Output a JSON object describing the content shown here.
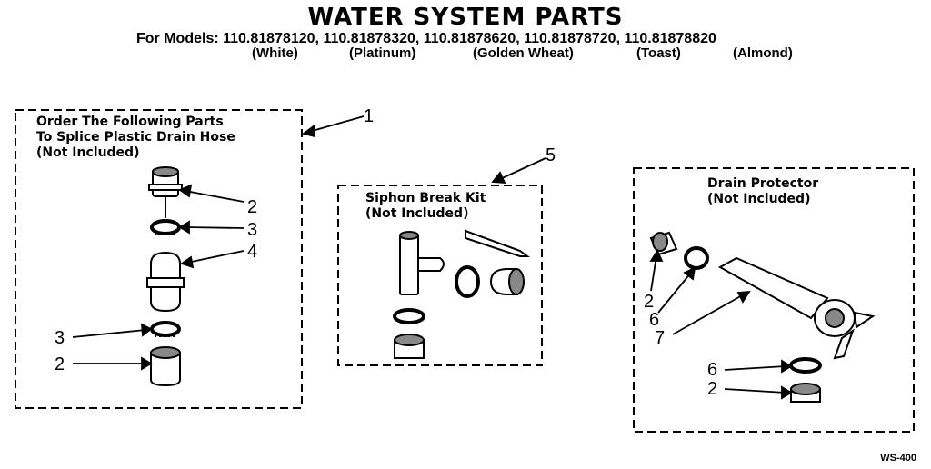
{
  "header": {
    "title": "WATER SYSTEM PARTS",
    "models_line": "For Models: 110.81878120, 110.81878320, 110.81878620, 110.81878720, 110.81878820",
    "colors": [
      "(White)",
      "(Platinum)",
      "(Golden Wheat)",
      "(Toast)",
      "(Almond)"
    ]
  },
  "boxes": {
    "splice": {
      "label_lines": [
        "Order The Following Parts",
        "To Splice Plastic Drain Hose",
        "(Not Included)"
      ],
      "callout": "1"
    },
    "siphon": {
      "label_lines": [
        "Siphon Break Kit",
        "(Not Included)"
      ],
      "callout": "5"
    },
    "drain": {
      "label_lines": [
        "Drain Protector",
        "(Not Included)"
      ]
    }
  },
  "callouts": {
    "splice_top_coupling": "2",
    "splice_top_clamp": "3",
    "splice_connector": "4",
    "splice_bottom_clamp": "3",
    "splice_bottom_coupling": "2",
    "drain_coupling_left": "2",
    "drain_clamp_left": "6",
    "drain_protector_body": "7",
    "drain_clamp_bottom": "6",
    "drain_coupling_bottom": "2"
  },
  "footer": {
    "code": "WS-400"
  }
}
